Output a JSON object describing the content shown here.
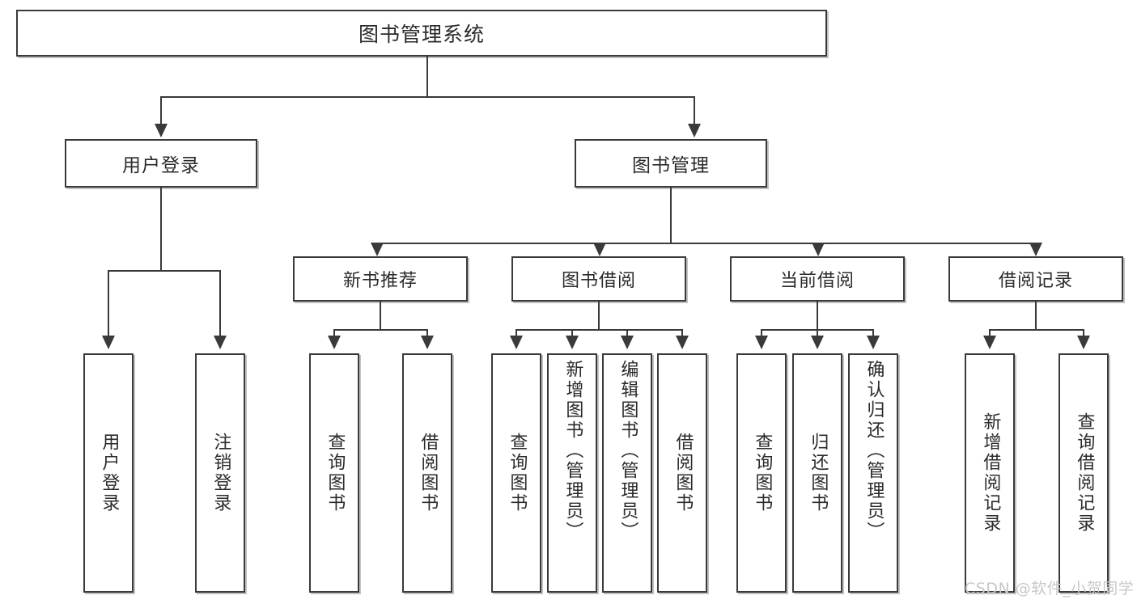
{
  "diagram": {
    "title": "图书管理系统",
    "type": "hierarchy-tree",
    "watermark": "CSDN @软件_小贺同学",
    "colors": {
      "background": "#ffffff",
      "box_border": "#3a3a3a",
      "box_fill": "#ffffff",
      "text": "#2b2b2b",
      "connector": "#3a3a3a",
      "watermark": "#c8c8c8"
    },
    "root": {
      "label": "图书管理系统",
      "children": [
        {
          "label": "用户登录",
          "children": [
            {
              "label": "用户登录"
            },
            {
              "label": "注销登录"
            }
          ]
        },
        {
          "label": "图书管理",
          "children": [
            {
              "label": "新书推荐",
              "children": [
                {
                  "label": "查询图书"
                },
                {
                  "label": "借阅图书"
                }
              ]
            },
            {
              "label": "图书借阅",
              "children": [
                {
                  "label": "查询图书"
                },
                {
                  "label": "新增图书（管理员）"
                },
                {
                  "label": "编辑图书（管理员）"
                },
                {
                  "label": "借阅图书"
                }
              ]
            },
            {
              "label": "当前借阅",
              "children": [
                {
                  "label": "查询图书"
                },
                {
                  "label": "归还图书"
                },
                {
                  "label": "确认归还（管理员）"
                }
              ]
            },
            {
              "label": "借阅记录",
              "children": [
                {
                  "label": "新增借阅记录"
                },
                {
                  "label": "查询借阅记录"
                }
              ]
            }
          ]
        }
      ]
    },
    "nodes": {
      "root_title": "图书管理系统",
      "user_login": "用户登录",
      "book_manage": "图书管理",
      "login_child_1": "用户登录",
      "login_child_2": "注销登录",
      "new_book_rec": "新书推荐",
      "book_borrow": "图书借阅",
      "current_borrow": "当前借阅",
      "borrow_record": "借阅记录",
      "nbr_child_1": "查询图书",
      "nbr_child_2": "借阅图书",
      "bb_child_1": "查询图书",
      "bb_child_2": "新增图书（管理员）",
      "bb_child_3": "编辑图书（管理员）",
      "bb_child_4": "借阅图书",
      "cb_child_1": "查询图书",
      "cb_child_2": "归还图书",
      "cb_child_3": "确认归还（管理员）",
      "br_child_1": "新增借阅记录",
      "br_child_2": "查询借阅记录"
    }
  }
}
